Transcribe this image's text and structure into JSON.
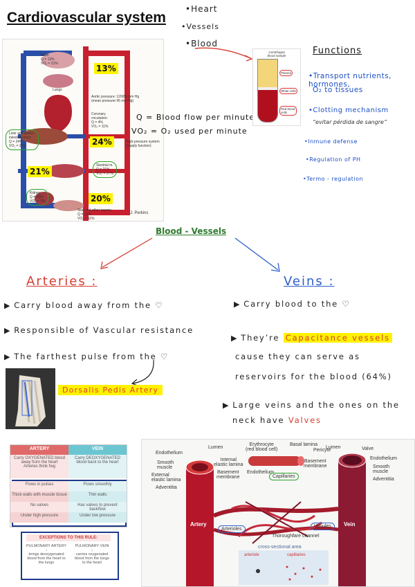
{
  "title": "Cardiovascular system",
  "topics": [
    "•Heart",
    "•Vessels",
    "•Blood"
  ],
  "circulation": {
    "labels": {
      "brain": "Brain\nQ = 13%\nVO₂ = 21%",
      "lungs": "Lungs",
      "aortic": "Aortic pressure: 120/80 mm Hg\n(mean pressure 95 mm Hg)",
      "coronary": "Coronary\ncirculation:\nQ = 4%\nVO₂ = 11%",
      "liver": "Liver and gastro-\nintestinal tract:\nQ = 24%\nVO₂ = 23%",
      "high_pressure": "High-pressure system\n(supply function)",
      "skeletal": "Skeletal m.\nQ = 21%\nVO₂ = 27%",
      "kidney": "Kidney:\nQ = 20%\nVO₂ = 7%",
      "skin": "Skin and other organs\nQ = 18%\nVO₂ = 11%",
      "author": "J. Perkins"
    },
    "percents": [
      "13%",
      "24%",
      "21%",
      "20%"
    ]
  },
  "definitions": [
    "Q = Blood flow per minute",
    "VO₂ = O₂ used per minute"
  ],
  "blood_sample": {
    "labels": [
      "Centrifuged\nblood sample",
      "Plasma",
      "White cells",
      "Red blood\ncells"
    ]
  },
  "functions": {
    "title": "Functions",
    "items": [
      "•Transport nutrients, hormones,",
      "O₂ to tissues",
      "•Clotting mechanism",
      "•Inmune defense",
      "•Regulation of PH",
      "•Termo - regulation"
    ],
    "clotting_note": "“evitar pérdida de sangre”"
  },
  "blood_vessels_heading": "Blood - Vessels",
  "arteries": {
    "heading": "Arteries :",
    "points": [
      "Carry blood away from the ♡",
      "Responsible of Vascular resistance",
      "The farthest pulse from the ♡"
    ],
    "dorsalis": "Dorsalis Pedis Artery"
  },
  "veins": {
    "heading": "Veins :",
    "points": [
      "Carry blood to the ♡"
    ],
    "capacitance_prefix": "They’re ",
    "capacitance": "Capacitance vessels",
    "reservoir_lines": [
      "cause they can serve as",
      "reservoirs for the blood (64%)"
    ],
    "large_line1": "Large veins and the ones on the",
    "large_line2_prefix": "neck have ",
    "valves": "Valves"
  },
  "comparison_table": {
    "headers": [
      "ARTERY",
      "VEIN"
    ],
    "rows": [
      [
        "Carry OXYGENATED blood away from the heart\nArteries think fwg",
        "Carry DEOXYGENATED blood back to the heart"
      ],
      [
        "Flows in pulses",
        "Flows smoothly"
      ],
      [
        "Thick walls with muscle tissue",
        "Thin walls"
      ],
      [
        "No valves",
        "Has valves to prevent backflow"
      ],
      [
        "Under high pressure",
        "Under low pressure"
      ]
    ],
    "exceptions_title": "EXCEPTIONS TO THIS RULE:",
    "exceptions": [
      "PULMONARY ARTERY\n↓\nbrings deoxygenated\nblood from the heart to\nthe lungs",
      "PULMONARY VEIN\n↓\ncarries oxygenated\nblood from the lungs\nto the heart"
    ]
  },
  "vessel_diagram": {
    "left_labels": [
      "Endothelium",
      "Smooth\nmuscle",
      "External\nelastic lamina",
      "Adventitia"
    ],
    "top_labels": [
      "Lumen",
      "Internal\nelastic lamina",
      "Basement\nmembrane",
      "Erythrocyte\n(red blood cell)",
      "Endothelium",
      "Basal lamina",
      "Pericyte",
      "Basement\nmembrane",
      "Lumen",
      "Valve"
    ],
    "right_labels": [
      "Endothelium",
      "Smooth\nmuscle",
      "Adventitia"
    ],
    "main": [
      "Artery",
      "Vein",
      "Capillaries",
      "Arterioles",
      "Venules",
      "Thoroughfare channel"
    ],
    "cross_section": [
      "cross-sectional area",
      "arteriole",
      "capillaries"
    ]
  },
  "colors": {
    "red": "#b5162a",
    "vein": "#7a0f2e",
    "blue": "#1f4fc6",
    "green": "#2e7a2e",
    "yellow": "#fff200"
  }
}
